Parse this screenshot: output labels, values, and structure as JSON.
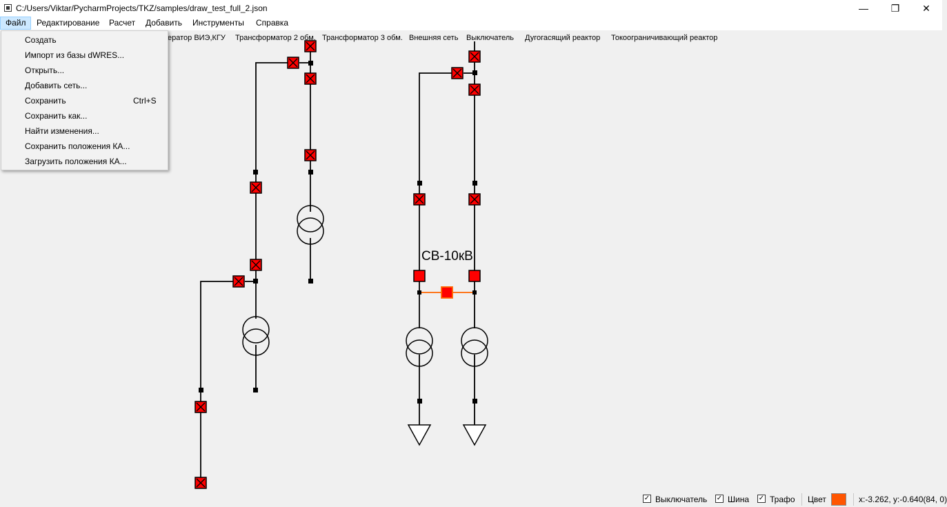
{
  "window": {
    "title": "C:/Users/Viktar/PycharmProjects/TKZ/samples/draw_test_full_2.json",
    "minimize_glyph": "—",
    "maximize_glyph": "❐",
    "close_glyph": "✕"
  },
  "menu": {
    "items": [
      "Файл",
      "Редактирование",
      "Расчет",
      "Добавить",
      "Инструменты",
      "Справка"
    ]
  },
  "toolbar": {
    "items": [
      "ератор ВИЭ,КГУ",
      "Трансформатор 2 обм.",
      "Трансформатор 3 обм.",
      "Внешняя сеть",
      "Выключатель",
      "Дугогасящий реактор",
      "Токоограничивающий реактор"
    ]
  },
  "file_menu": {
    "items": [
      {
        "label": "Создать",
        "shortcut": ""
      },
      {
        "label": "Импорт из базы dWRES...",
        "shortcut": ""
      },
      {
        "label": "Открыть...",
        "shortcut": ""
      },
      {
        "label": "Добавить сеть...",
        "shortcut": ""
      },
      {
        "label": "Сохранить",
        "shortcut": "Ctrl+S"
      },
      {
        "label": "Сохранить как...",
        "shortcut": ""
      },
      {
        "label": "Найти изменения...",
        "shortcut": ""
      },
      {
        "label": "Сохранить положения КА...",
        "shortcut": ""
      },
      {
        "label": "Загрузить положения КА...",
        "shortcut": ""
      }
    ]
  },
  "scheme": {
    "label": "СВ-10кВ",
    "colors": {
      "line": "#000000",
      "breaker": "#ff0000",
      "selected": "#ff6600"
    }
  },
  "status": {
    "checks": [
      {
        "label": "Выключатель",
        "checked": true,
        "mark": "✓"
      },
      {
        "label": "Шина",
        "checked": true,
        "mark": "✓"
      },
      {
        "label": "Трафо",
        "checked": true,
        "mark": "✓"
      }
    ],
    "color_label": "Цвет",
    "color_value": "#ff5500",
    "coords": "x:-3.262, y:-0.640(84, 0)"
  }
}
